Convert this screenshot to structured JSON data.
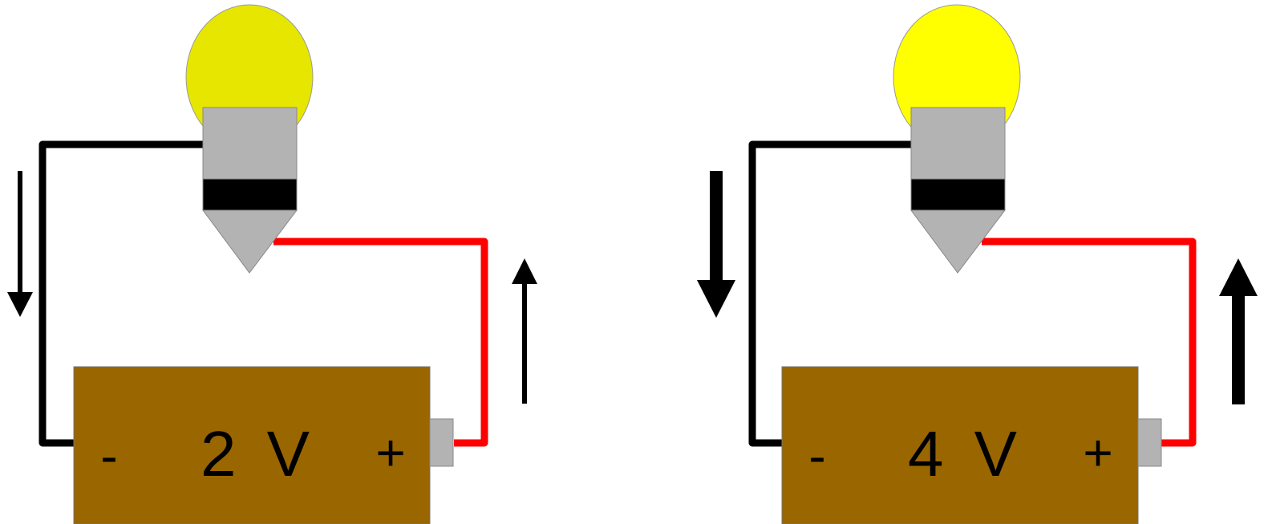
{
  "circuits": [
    {
      "battery": {
        "voltage_label": "2 V",
        "negative_label": "-",
        "positive_label": "+",
        "color": "#996600"
      },
      "bulb": {
        "glass_color": "#e6e600"
      },
      "current_arrows": "thin"
    },
    {
      "battery": {
        "voltage_label": "4 V",
        "negative_label": "-",
        "positive_label": "+",
        "color": "#996600"
      },
      "bulb": {
        "glass_color": "#ffff00"
      },
      "current_arrows": "thick"
    }
  ],
  "colors": {
    "negative_wire": "#000000",
    "positive_wire": "#ff0000",
    "terminal": "#b3b3b3",
    "bulb_base": "#b3b3b3",
    "bulb_band": "#000000",
    "arrow": "#000000"
  }
}
